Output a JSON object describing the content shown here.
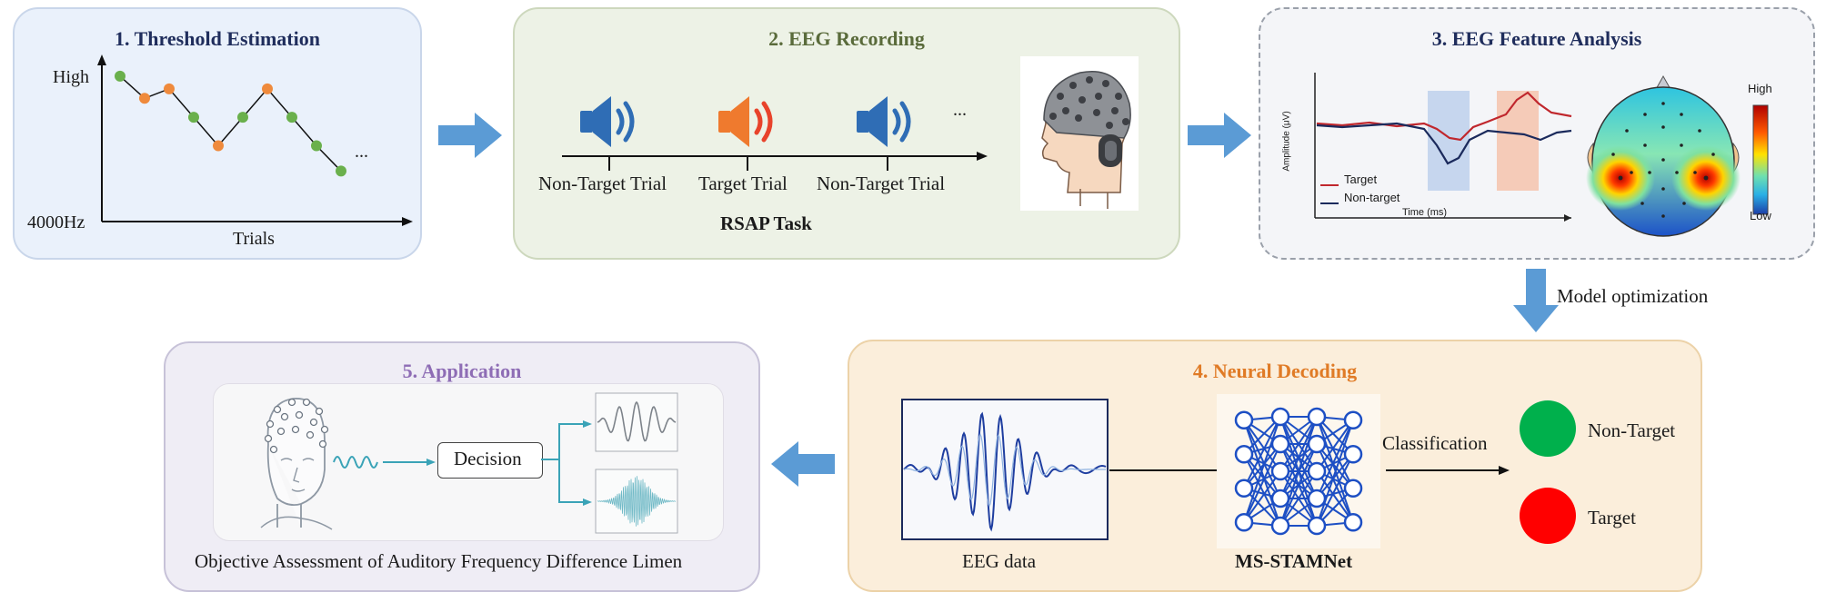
{
  "panel1": {
    "title": "1. Threshold Estimation",
    "y_high": "High",
    "y_low": "4000Hz",
    "x_label": "Trials",
    "ellipsis": "...",
    "points": [
      {
        "v": 0.92,
        "c": "green"
      },
      {
        "v": 0.78,
        "c": "orange"
      },
      {
        "v": 0.84,
        "c": "orange"
      },
      {
        "v": 0.66,
        "c": "green"
      },
      {
        "v": 0.48,
        "c": "orange"
      },
      {
        "v": 0.66,
        "c": "green"
      },
      {
        "v": 0.84,
        "c": "orange"
      },
      {
        "v": 0.66,
        "c": "green"
      },
      {
        "v": 0.48,
        "c": "green"
      },
      {
        "v": 0.32,
        "c": "green"
      }
    ]
  },
  "panel2": {
    "title": "2. EEG Recording",
    "trials": [
      "Non-Target Trial",
      "Target Trial",
      "Non-Target Trial"
    ],
    "ellipsis": "...",
    "task_label": "RSAP Task"
  },
  "panel3": {
    "title": "3. EEG Feature Analysis",
    "ylabel": "Amplitude (μV)",
    "xlabel": "Time (ms)",
    "legend": [
      "Target",
      "Non-target"
    ],
    "scale_high": "High",
    "scale_low": "Low"
  },
  "link_label": "Model optimization",
  "panel4": {
    "title": "4. Neural Decoding",
    "eeg_label": "EEG data",
    "net_label": "MS-STAMNet",
    "classification": "Classification",
    "outputs": [
      "Non-Target",
      "Target"
    ]
  },
  "panel5": {
    "title": "5. Application",
    "decision": "Decision",
    "caption": "Objective Assessment of Auditory Frequency Difference Limen"
  },
  "colors": {
    "blue_panel": "#eaf1fb",
    "green_panel": "#edf2e6",
    "gray_panel": "#f4f5f8",
    "orange_panel": "#fbeedb",
    "purple_panel": "#efedf5",
    "arrow": "#5b9bd5",
    "green_dot": "#6ab04c",
    "orange_dot": "#ef8a3c",
    "title1": "#1f2d5c",
    "title2": "#5a6b3b",
    "title3": "#1f2d5c",
    "title4": "#e07b26",
    "title5": "#8e6db5"
  }
}
